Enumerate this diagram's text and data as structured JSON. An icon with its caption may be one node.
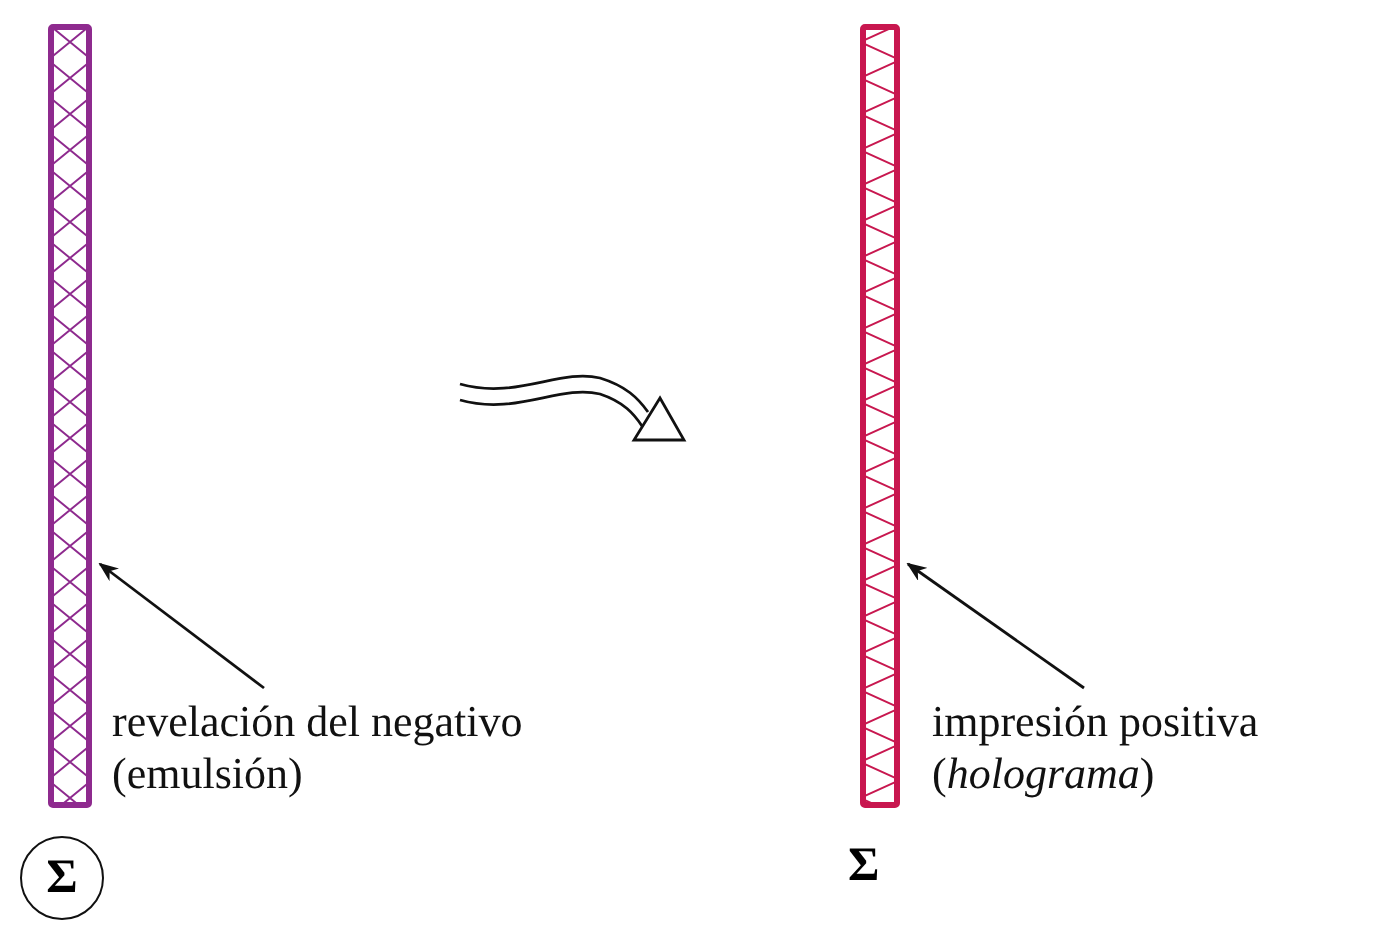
{
  "diagram": {
    "nodes": [
      {
        "text": [],
        "shape": "bar"
      },
      {
        "text": [
          "revelación del negativo (emulsión)"
        ]
      },
      {
        "text": [
          "Σ"
        ]
      },
      {
        "text": [],
        "shape": "bar"
      },
      {
        "text": [
          "impresión positiva (*holograma*)"
        ]
      }
    ],
    "edges": [
      {
        "from": 1,
        "to": 0,
        "arrow": "to"
      },
      {
        "from": 4,
        "to": 3,
        "arrow": "to"
      }
    ],
    "labels": [
      "Σ"
    ]
  }
}
